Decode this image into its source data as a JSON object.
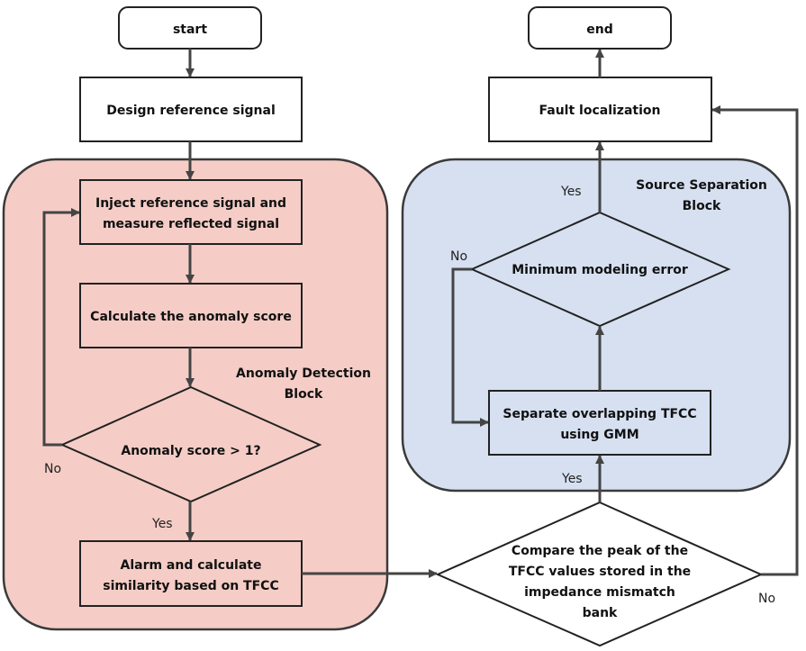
{
  "colors": {
    "anomaly_block_fill": "#f5cdc6",
    "separation_block_fill": "#d6e0f1",
    "stroke": "#3a3a3a",
    "arrow": "#444444"
  },
  "nodes": {
    "start": "start",
    "end": "end",
    "design": "Design reference signal",
    "inject": [
      "Inject reference signal and",
      "measure reflected signal"
    ],
    "calc_score": "Calculate the anomaly score",
    "anomaly_decision": "Anomaly score > 1?",
    "alarm": [
      "Alarm and calculate",
      "similarity based on TFCC"
    ],
    "compare": [
      "Compare the peak of the",
      "TFCC values stored in the",
      "impedance mismatch",
      "bank"
    ],
    "separate": [
      "Separate overlapping TFCC",
      "using GMM"
    ],
    "min_error": "Minimum modeling error",
    "fault": "Fault localization"
  },
  "blocks": {
    "anomaly": [
      "Anomaly Detection",
      "Block"
    ],
    "separation": [
      "Source Separation",
      "Block"
    ]
  },
  "edge_labels": {
    "anomaly_no": "No",
    "anomaly_yes": "Yes",
    "compare_yes": "Yes",
    "compare_no": "No",
    "min_yes": "Yes",
    "min_no": "No"
  }
}
